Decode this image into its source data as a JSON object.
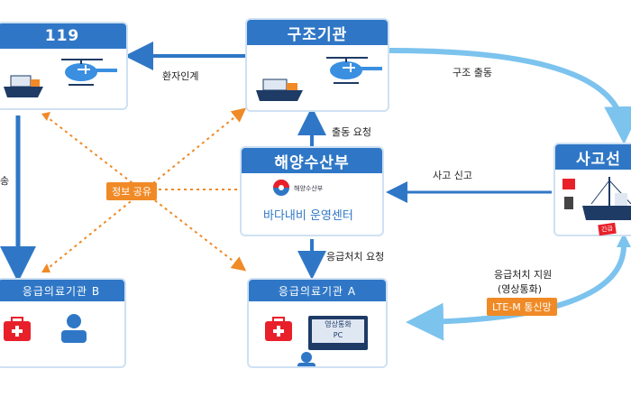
{
  "boxes": {
    "b119": {
      "title": "119"
    },
    "rescue": {
      "title": "구조기관"
    },
    "ministry": {
      "title": "해양수산부",
      "logo_text": "해양수산부",
      "center": "바다내비 운영센터"
    },
    "accident": {
      "title": "사고선"
    },
    "hospitalA": {
      "title": "응급의료기관 A",
      "pc_label_1": "영상통화",
      "pc_label_2": "PC"
    },
    "hospitalB": {
      "title": "응급의료기관 B"
    }
  },
  "labels": {
    "patient_transfer": "환자인계",
    "rescue_dispatch": "구조 출동",
    "dispatch_request": "출동 요청",
    "accident_report": "사고 신고",
    "emergency_request": "응급처치 요청",
    "info_share": "정보 공유",
    "support_line1": "응급처치 지원",
    "support_line2": "(영상통화)",
    "lte": "LTE-M 통신망",
    "left_cut": "송",
    "alert": "긴급"
  },
  "colors": {
    "header_blue": "#2f77c6",
    "arrow_blue": "#2f77c6",
    "light_arrow": "#7cc3ee",
    "orange": "#f08a26",
    "red": "#e8202a"
  }
}
